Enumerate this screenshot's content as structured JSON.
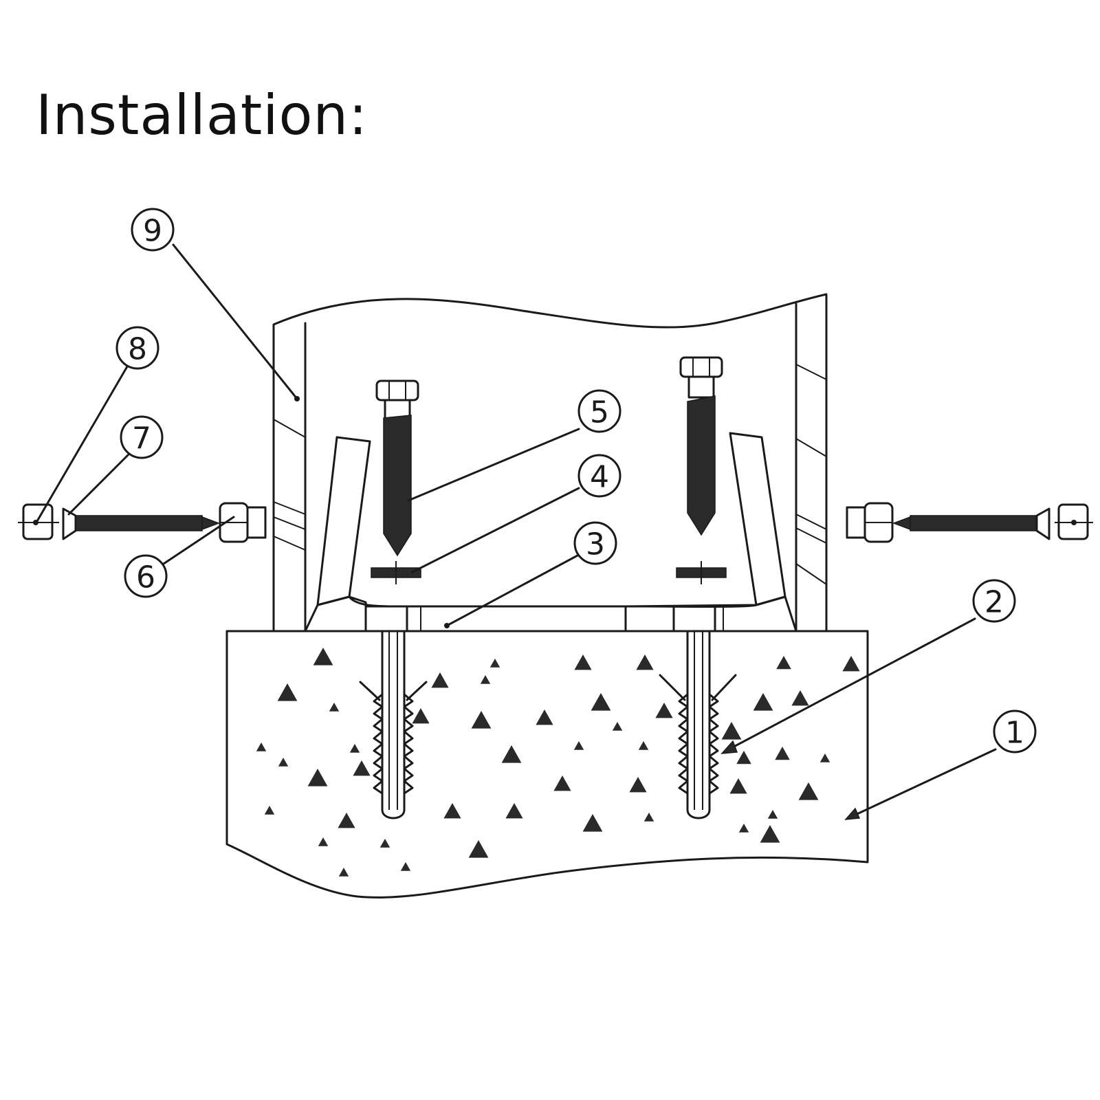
{
  "title": "Installation:",
  "callouts": [
    {
      "id": "1",
      "label": "1"
    },
    {
      "id": "2",
      "label": "2"
    },
    {
      "id": "3",
      "label": "3"
    },
    {
      "id": "4",
      "label": "4"
    },
    {
      "id": "5",
      "label": "5"
    },
    {
      "id": "6",
      "label": "6"
    },
    {
      "id": "7",
      "label": "7"
    },
    {
      "id": "8",
      "label": "8"
    },
    {
      "id": "9",
      "label": "9"
    }
  ],
  "colors": {
    "line": "#1a1a1a",
    "background": "#ffffff",
    "fill_dark": "#2a2a2a"
  }
}
